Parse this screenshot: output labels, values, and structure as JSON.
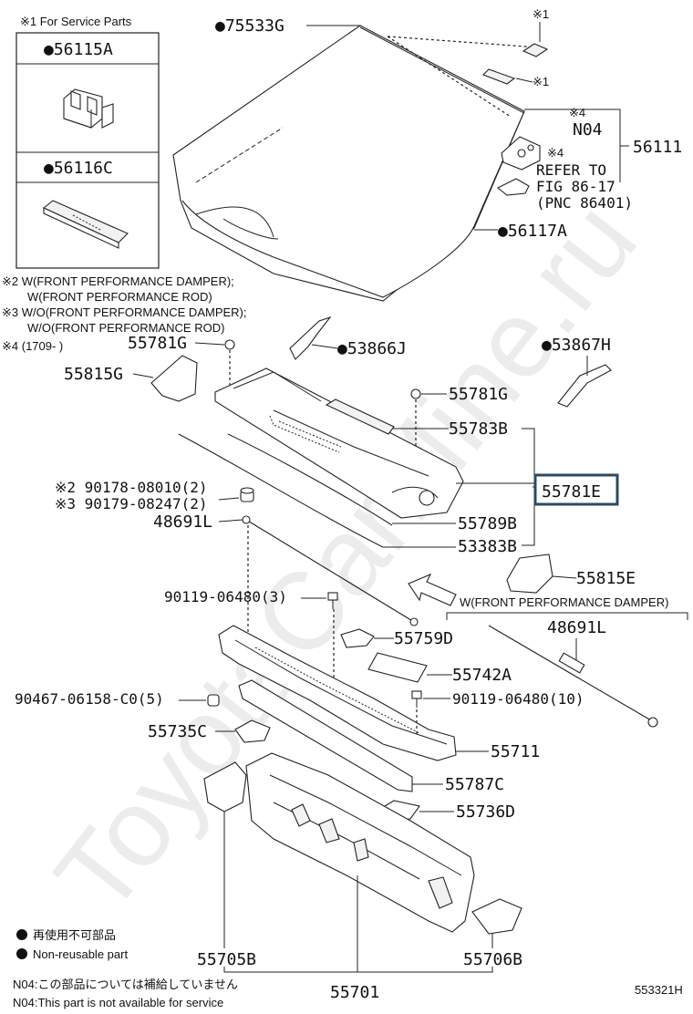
{
  "service_parts_box": {
    "heading": "※1 For Service Parts",
    "item_a": "●56115A",
    "item_b": "●56116C"
  },
  "notes": {
    "n2_line1": "※2 W(FRONT PERFORMANCE DAMPER);",
    "n2_line2": "W(FRONT PERFORMANCE ROD)",
    "n3_line1": "※3 W/O(FRONT PERFORMANCE DAMPER);",
    "n3_line2": "W/O(FRONT PERFORMANCE ROD)",
    "n4": "※4 (1709-      )"
  },
  "callouts": {
    "c75533G": "●75533G",
    "m1_top": "※1",
    "m1_mid": "※1",
    "m4_a": "※4",
    "n04": "N04",
    "m4_b": "※4",
    "refer1": "REFER TO",
    "refer2": "FIG 86-17",
    "refer3": "(PNC 86401)",
    "c56111": "56111",
    "c56117A": "●56117A",
    "c55781G_a": "55781G",
    "c53866J": "●53866J",
    "c53867H": "●53867H",
    "c55815G": "55815G",
    "c55781G_b": "55781G",
    "c55783B": "55783B",
    "c90178": "※2 90178-08010(2)",
    "c90179": "※3 90179-08247(2)",
    "c55781E": "55781E",
    "c48691L_a": "48691L",
    "c55789B": "55789B",
    "c53383B": "53383B",
    "c55815E": "55815E",
    "damper_label": "W(FRONT PERFORMANCE DAMPER)",
    "c90119_a": "90119-06480(3)",
    "c48691L_b": "48691L",
    "c55759D": "55759D",
    "c55742A": "55742A",
    "c90467": "90467-06158-C0(5)",
    "c90119_b": "90119-06480(10)",
    "c55735C": "55735C",
    "c55711": "55711",
    "c55787C": "55787C",
    "c55736D": "55736D",
    "c55705B": "55705B",
    "c55706B": "55706B",
    "c55701": "55701"
  },
  "legend": {
    "jp_nonreusable": "再使用不可部品",
    "en_nonreusable": "Non-reusable part",
    "n04_jp": "N04:この部品については補給していません",
    "n04_en": "N04:This part is not available for service"
  },
  "figure_code": "553321H",
  "watermark": "ToyotaCarMine.ru",
  "highlight_color": "#2d4a5e"
}
